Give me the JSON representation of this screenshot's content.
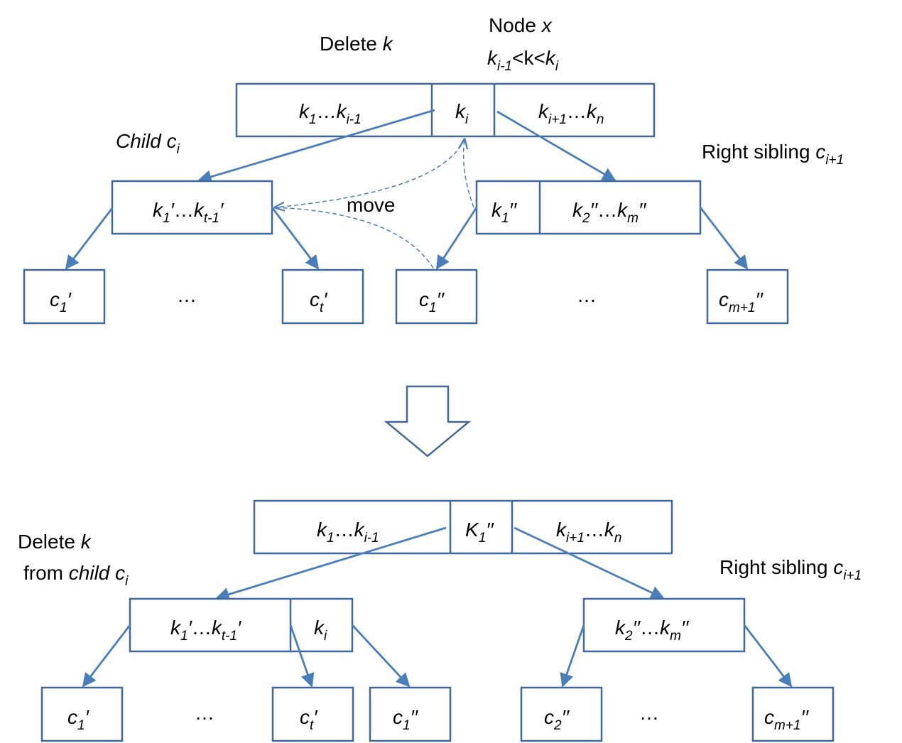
{
  "top": {
    "caption_delete": [
      "Delete ",
      "k"
    ],
    "caption_node_line1": [
      "Node ",
      "x"
    ],
    "caption_node_line2": [
      [
        "k",
        "i-1"
      ],
      [
        "<k<",
        ""
      ],
      [
        "k",
        "i"
      ]
    ],
    "label_child": [
      "Child ",
      "c",
      "i"
    ],
    "label_right": [
      "Right sibling ",
      "c",
      "i+1"
    ],
    "label_move": "move",
    "parent_cells": [
      [
        [
          "k",
          "1"
        ],
        [
          "…",
          ""
        ],
        [
          "k",
          "i-1"
        ]
      ],
      [
        [
          "k",
          "i"
        ]
      ],
      [
        [
          "k",
          "i+1"
        ],
        [
          "…",
          ""
        ],
        [
          "k",
          "n"
        ]
      ]
    ],
    "child_cell": [
      [
        "k",
        "1",
        "′"
      ],
      [
        "…",
        ""
      ],
      [
        "k",
        "t-1",
        "′"
      ]
    ],
    "sibling_cells": [
      [
        [
          "k",
          "1",
          "′′"
        ]
      ],
      [
        [
          "k",
          "2",
          "′′"
        ],
        [
          "…",
          ""
        ],
        [
          "k",
          "m",
          "′′"
        ]
      ]
    ],
    "leaves": [
      [
        [
          "c",
          "1",
          "′"
        ]
      ],
      [
        [
          "c",
          "t",
          "′"
        ]
      ],
      [
        [
          "c",
          "1",
          "′′"
        ]
      ],
      [
        [
          "c",
          "m+1",
          "′′"
        ]
      ]
    ],
    "ellipses": [
      "…",
      "…"
    ]
  },
  "bottom": {
    "label_delete_line1": [
      "Delete ",
      "k"
    ],
    "label_delete_line2": [
      "from ",
      "child ",
      "c",
      "i"
    ],
    "label_right": [
      "Right sibling ",
      "c",
      "i+1"
    ],
    "parent_cells": [
      [
        [
          "k",
          "1"
        ],
        [
          "…",
          ""
        ],
        [
          "k",
          "i-1"
        ]
      ],
      [
        [
          "K",
          "1",
          "′′"
        ]
      ],
      [
        [
          "k",
          "i+1"
        ],
        [
          "…",
          ""
        ],
        [
          "k",
          "n"
        ]
      ]
    ],
    "child_cells": [
      [
        [
          "k",
          "1",
          "′"
        ],
        [
          "…",
          ""
        ],
        [
          "k",
          "t-1",
          "′"
        ]
      ],
      [
        [
          "k",
          "i"
        ]
      ]
    ],
    "sibling_cell": [
      [
        "k",
        "2",
        "′′"
      ],
      [
        "…",
        ""
      ],
      [
        "k",
        "m",
        "′′"
      ]
    ],
    "leaves": [
      [
        [
          "c",
          "1",
          "′"
        ]
      ],
      [
        [
          "c",
          "t",
          "′"
        ]
      ],
      [
        [
          "c",
          "1",
          "′′"
        ]
      ],
      [
        [
          "c",
          "2",
          "′′"
        ]
      ],
      [
        [
          "c",
          "m+1",
          "′′"
        ]
      ]
    ],
    "ellipses": [
      "…",
      "…"
    ]
  },
  "colors": {
    "box_stroke": "#41689c",
    "edge": "#4a7ebb"
  }
}
